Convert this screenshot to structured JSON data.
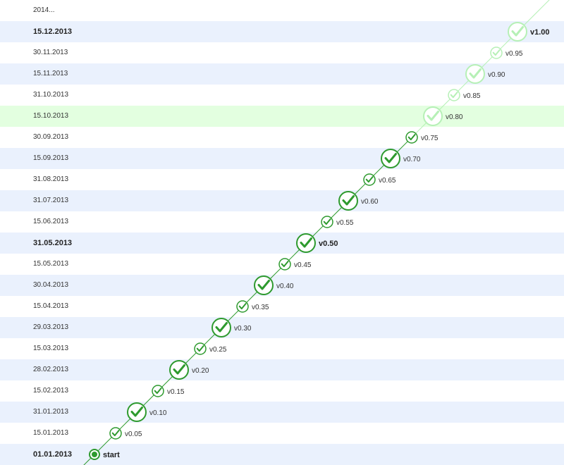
{
  "rows": [
    {
      "date": "2014...",
      "version": "",
      "kind": "none",
      "bold": false,
      "bg": "white",
      "status": "future"
    },
    {
      "date": "15.12.2013",
      "version": "v1.00",
      "kind": "big",
      "bold": true,
      "bg": "blue",
      "status": "future"
    },
    {
      "date": "30.11.2013",
      "version": "v0.95",
      "kind": "small",
      "bold": false,
      "bg": "white",
      "status": "future"
    },
    {
      "date": "15.11.2013",
      "version": "v0.90",
      "kind": "big",
      "bold": false,
      "bg": "blue",
      "status": "future"
    },
    {
      "date": "31.10.2013",
      "version": "v0.85",
      "kind": "small",
      "bold": false,
      "bg": "white",
      "status": "future"
    },
    {
      "date": "15.10.2013",
      "version": "v0.80",
      "kind": "big",
      "bold": false,
      "bg": "green",
      "status": "future"
    },
    {
      "date": "30.09.2013",
      "version": "v0.75",
      "kind": "small",
      "bold": false,
      "bg": "white",
      "status": "done"
    },
    {
      "date": "15.09.2013",
      "version": "v0.70",
      "kind": "big",
      "bold": false,
      "bg": "blue",
      "status": "done"
    },
    {
      "date": "31.08.2013",
      "version": "v0.65",
      "kind": "small",
      "bold": false,
      "bg": "white",
      "status": "done"
    },
    {
      "date": "31.07.2013",
      "version": "v0.60",
      "kind": "big",
      "bold": false,
      "bg": "blue",
      "status": "done"
    },
    {
      "date": "15.06.2013",
      "version": "v0.55",
      "kind": "small",
      "bold": false,
      "bg": "white",
      "status": "done"
    },
    {
      "date": "31.05.2013",
      "version": "v0.50",
      "kind": "big",
      "bold": true,
      "bg": "blue",
      "status": "done"
    },
    {
      "date": "15.05.2013",
      "version": "v0.45",
      "kind": "small",
      "bold": false,
      "bg": "white",
      "status": "done"
    },
    {
      "date": "30.04.2013",
      "version": "v0.40",
      "kind": "big",
      "bold": false,
      "bg": "blue",
      "status": "done"
    },
    {
      "date": "15.04.2013",
      "version": "v0.35",
      "kind": "small",
      "bold": false,
      "bg": "white",
      "status": "done"
    },
    {
      "date": "29.03.2013",
      "version": "v0.30",
      "kind": "big",
      "bold": false,
      "bg": "blue",
      "status": "done"
    },
    {
      "date": "15.03.2013",
      "version": "v0.25",
      "kind": "small",
      "bold": false,
      "bg": "white",
      "status": "done"
    },
    {
      "date": "28.02.2013",
      "version": "v0.20",
      "kind": "big",
      "bold": false,
      "bg": "blue",
      "status": "done"
    },
    {
      "date": "15.02.2013",
      "version": "v0.15",
      "kind": "small",
      "bold": false,
      "bg": "white",
      "status": "done"
    },
    {
      "date": "31.01.2013",
      "version": "v0.10",
      "kind": "big",
      "bold": false,
      "bg": "blue",
      "status": "done"
    },
    {
      "date": "15.01.2013",
      "version": "v0.05",
      "kind": "small",
      "bold": false,
      "bg": "white",
      "status": "done"
    },
    {
      "date": "01.01.2013",
      "version": "start",
      "kind": "start",
      "bold": true,
      "bg": "blue",
      "status": "done"
    }
  ],
  "colors": {
    "done": "#2e9a2e",
    "future": "#b6f0b6",
    "row_blue": "#eaf1fd",
    "row_green": "#e3ffe0",
    "icon": "check-circle-icon"
  }
}
